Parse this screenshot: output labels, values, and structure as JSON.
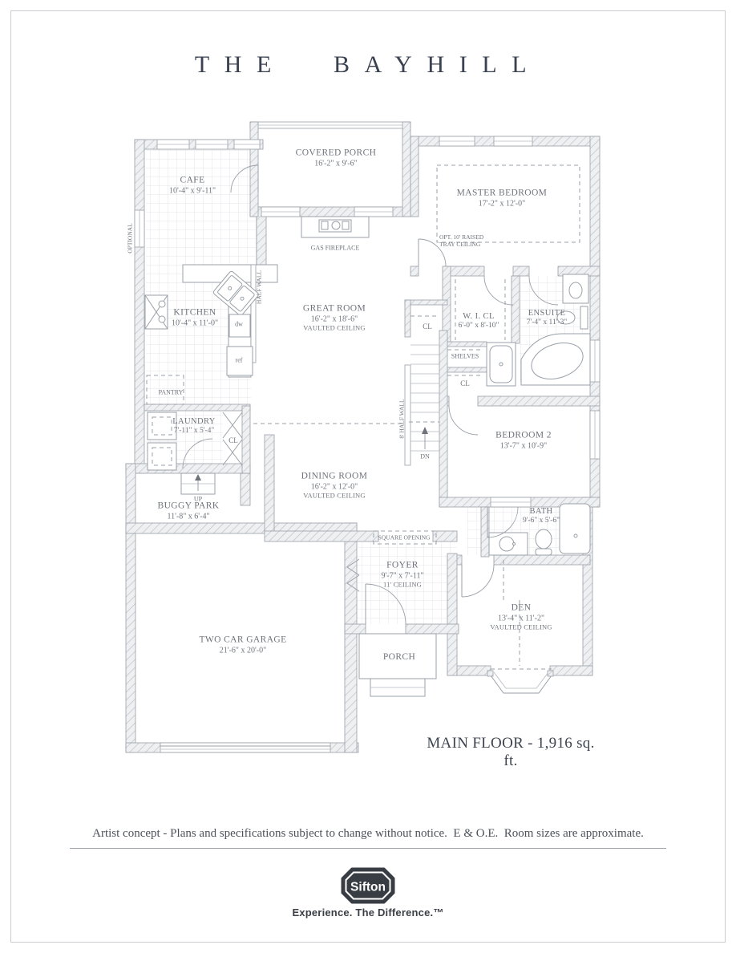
{
  "colors": {
    "title_text": "#3a4150",
    "plan_line": "#9aa0a8",
    "plan_text": "#6e737b",
    "logo_background": "#383c43"
  },
  "page": {
    "title": "THE BAYHILL",
    "floor_label": "MAIN FLOOR - 1,916 sq. ft.",
    "disclaimer": "Artist concept - Plans and specifications subject to change without notice.  E & O.E.  Room sizes are approximate.",
    "brand": {
      "logo_text": "Sifton",
      "tagline": "Experience. The Difference.™"
    }
  },
  "rooms": {
    "covered_porch": {
      "name": "COVERED PORCH",
      "dims": "16'-2\" x 9'-6\""
    },
    "cafe": {
      "name": "CAFE",
      "dims": "10'-4\" x 9'-11\""
    },
    "master_bedroom": {
      "name": "MASTER BEDROOM",
      "dims": "17'-2\" x 12'-0\"",
      "note": "OPT. 10' RAISED\nTRAY CEILING"
    },
    "kitchen": {
      "name": "KITCHEN",
      "dims": "10'-4\" x 11'-0\""
    },
    "great_room": {
      "name": "GREAT ROOM",
      "dims": "16'-2\" x 18'-6\"",
      "note": "VAULTED CEILING"
    },
    "walk_in_closet": {
      "name": "W. I. CL",
      "dims": "6'-0\" x 8'-10\""
    },
    "ensuite": {
      "name": "ENSUITE",
      "dims": "7'-4\" x 11'-3\""
    },
    "laundry": {
      "name": "LAUNDRY",
      "dims": "7'-11\" x 5'-4\""
    },
    "bedroom2": {
      "name": "BEDROOM 2",
      "dims": "13'-7\" x 10'-9\""
    },
    "dining_room": {
      "name": "DINING ROOM",
      "dims": "16'-2\" x 12'-0\"",
      "note": "VAULTED CEILING"
    },
    "buggy_park": {
      "name": "BUGGY PARK",
      "dims": "11'-8\" x 6'-4\""
    },
    "bath": {
      "name": "BATH",
      "dims": "9'-6\" x 5'-6\""
    },
    "foyer": {
      "name": "FOYER",
      "dims": "9'-7\" x 7'-11\"",
      "note": "11' CEILING"
    },
    "den": {
      "name": "DEN",
      "dims": "13'-4\" x 11'-2\"",
      "note": "VAULTED CEILING"
    },
    "garage": {
      "name": "TWO CAR GARAGE",
      "dims": "21'-6\" x 20'-0\""
    },
    "porch": {
      "name": "PORCH"
    }
  },
  "annotations": {
    "gas_fireplace": "GAS FIREPLACE",
    "pantry": "PANTRY",
    "closet": "CL",
    "shelves": "SHELVES",
    "dishwasher": "dw",
    "refrigerator": "ref",
    "up": "UP",
    "down": "DN",
    "half_wall": "HALF WALL",
    "half_wall_8": "8' HALF WALL",
    "optional": "OPTIONAL",
    "square_opening": "SQUARE OPENING"
  }
}
